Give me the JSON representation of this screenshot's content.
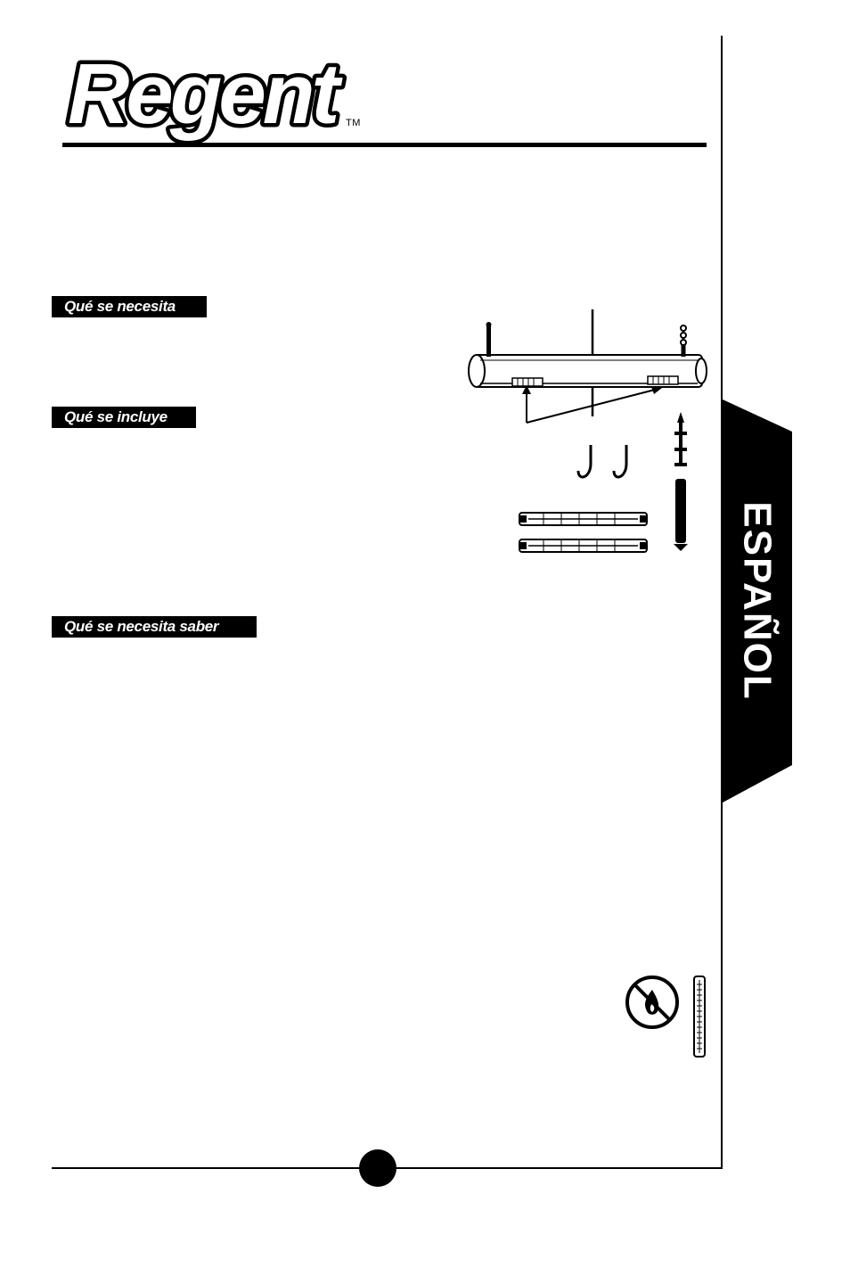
{
  "brand": {
    "logo_text": "Regent",
    "trademark": "TM"
  },
  "sections": [
    {
      "label": "Qué se necesita"
    },
    {
      "label": "Qué se incluye"
    },
    {
      "label": "Qué se necesita saber"
    }
  ],
  "side_tab": {
    "label": "ESPAÑOL"
  },
  "icons": {
    "fixture_illustration": "light-fixture-parts-illustration",
    "no_fire": "no-fire-icon",
    "ruler": "ruler-icon"
  },
  "colors": {
    "ink": "#000000",
    "paper": "#ffffff"
  }
}
